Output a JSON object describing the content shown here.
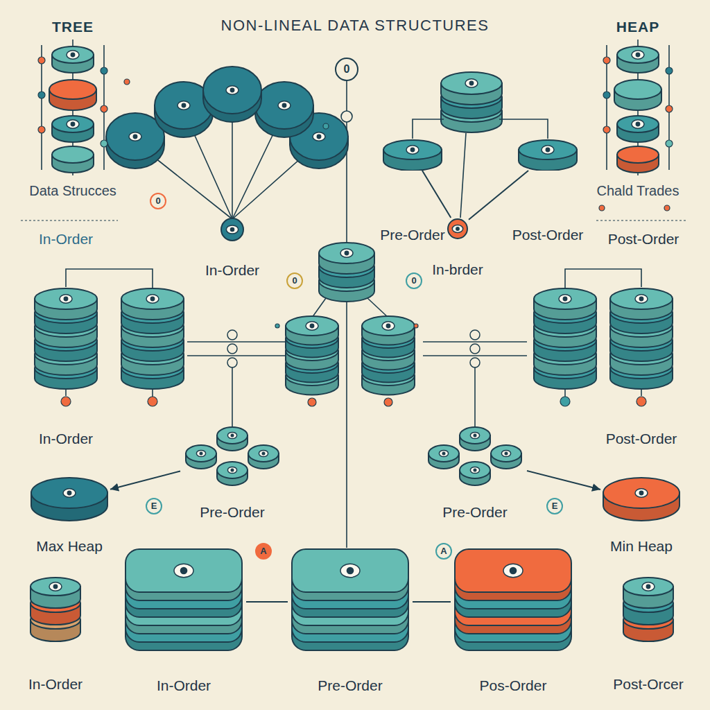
{
  "diagram": {
    "title": "NON-LINEAL DATA STRUCTURES",
    "nodes": [
      {
        "text": [
          "TREE",
          "Data Strucces"
        ]
      },
      {
        "text": [
          "In-Order"
        ]
      },
      {
        "text": [
          "Pre-Order"
        ]
      },
      {
        "text": [
          "In-brder"
        ]
      },
      {
        "text": [
          "Post-Order"
        ]
      },
      {
        "text": [
          "HEAP",
          "Chald Trades"
        ]
      },
      {
        "text": [
          "In-Order"
        ]
      },
      {
        "text": [
          "Post-Order"
        ]
      },
      {
        "text": [
          "Pre-Order"
        ]
      },
      {
        "text": [
          "Pre-Order"
        ]
      },
      {
        "text": [
          "Max Heap"
        ]
      },
      {
        "text": [
          "Min Heap"
        ]
      },
      {
        "text": [
          "In-Order"
        ]
      },
      {
        "text": [
          "In-Order"
        ]
      },
      {
        "text": [
          "Pre-Order"
        ]
      },
      {
        "text": [
          "Pos-Order"
        ]
      },
      {
        "text": [
          "Post-Orcer"
        ]
      }
    ],
    "edges": [
      {
        "from": 2,
        "to": 3,
        "arrow": "none"
      },
      {
        "from": 4,
        "to": 3,
        "arrow": "none"
      },
      {
        "from": 8,
        "to": 10,
        "arrow": "to"
      },
      {
        "from": 9,
        "to": 11,
        "arrow": "to"
      },
      {
        "from": 13,
        "to": 14,
        "arrow": "none"
      },
      {
        "from": 14,
        "to": 15,
        "arrow": "none"
      }
    ],
    "labels": [
      "In-Order",
      "Post-Order",
      "0",
      "0",
      "E",
      "E",
      "A",
      "A",
      "0",
      "0"
    ]
  }
}
